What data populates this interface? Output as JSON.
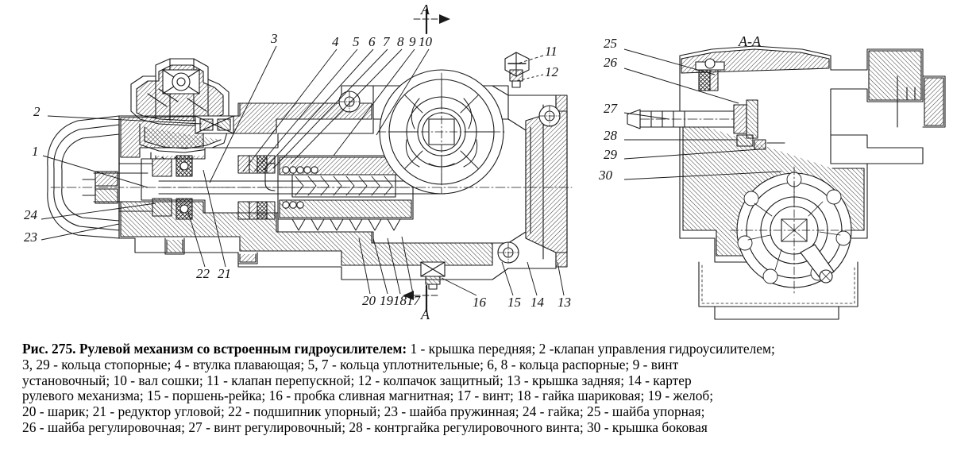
{
  "figure": {
    "title_number": "Рис. 275.",
    "title_bold": "Рулевой механизм со встроенным гидроусилителем:",
    "section_marks": {
      "cut_top": "A",
      "cut_bottom": "A",
      "section_view": "A-A"
    },
    "callouts": [
      {
        "id": "c1",
        "label": "1"
      },
      {
        "id": "c2",
        "label": "2"
      },
      {
        "id": "c3",
        "label": "3"
      },
      {
        "id": "c4",
        "label": "4"
      },
      {
        "id": "c5",
        "label": "5"
      },
      {
        "id": "c6",
        "label": "6"
      },
      {
        "id": "c7",
        "label": "7"
      },
      {
        "id": "c8",
        "label": "8"
      },
      {
        "id": "c9",
        "label": "9"
      },
      {
        "id": "c10",
        "label": "10"
      },
      {
        "id": "c11",
        "label": "11"
      },
      {
        "id": "c12",
        "label": "12"
      },
      {
        "id": "c13",
        "label": "13"
      },
      {
        "id": "c14",
        "label": "14"
      },
      {
        "id": "c15",
        "label": "15"
      },
      {
        "id": "c16",
        "label": "16"
      },
      {
        "id": "c17",
        "label": "17"
      },
      {
        "id": "c18",
        "label": "18"
      },
      {
        "id": "c19",
        "label": "19"
      },
      {
        "id": "c20",
        "label": "20"
      },
      {
        "id": "c21",
        "label": "21"
      },
      {
        "id": "c22",
        "label": "22"
      },
      {
        "id": "c23",
        "label": "23"
      },
      {
        "id": "c24",
        "label": "24"
      },
      {
        "id": "c25",
        "label": "25"
      },
      {
        "id": "c26",
        "label": "26"
      },
      {
        "id": "c27",
        "label": "27"
      },
      {
        "id": "c28",
        "label": "28"
      },
      {
        "id": "c29",
        "label": "29"
      },
      {
        "id": "c30",
        "label": "30"
      }
    ]
  },
  "caption": {
    "line1_tail": " 1 - крышка передняя; 2 -клапан управления гидроусилителем;",
    "line2": "3, 29 - кольца стопорные; 4 - втулка плавающая; 5, 7 - кольца  уплотнительные; 6, 8 - кольца распорные; 9 - винт",
    "line3": "установочный; 10 - вал сошки; 11 - клапан перепускной; 12 - колпачок защитный; 13 - крышка задняя; 14 - картер",
    "line4": "рулевого механизма; 15 - поршень-рейка; 16 - пробка сливная магнитная; 17 - винт; 18 - гайка шариковая; 19 - желоб;",
    "line5": "20 - шарик; 21 - редуктор угловой; 22 - подшипник упорный; 23 - шайба пружинная; 24 - гайка; 25 - шайба упорная;",
    "line6": "26 - шайба регулировочная; 27 - винт регулировочный; 28 - контргайка регулировочного винта; 30 - крышка боковая"
  },
  "colors": {
    "ink": "#1a1a1a",
    "paper": "#ffffff",
    "hatch": "#222222"
  }
}
